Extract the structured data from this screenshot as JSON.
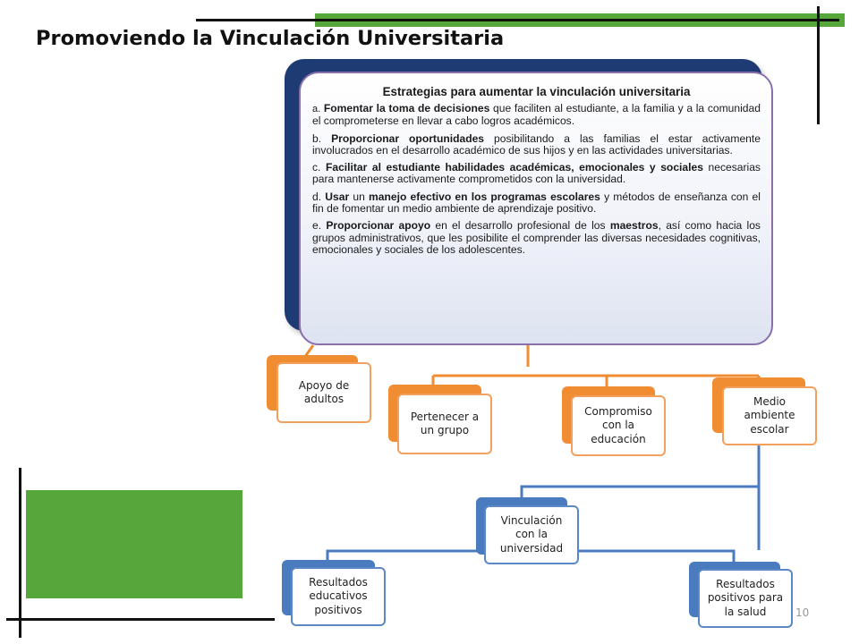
{
  "slide": {
    "title": "Promoviendo la Vinculación Universitaria",
    "page_number": "10",
    "colors": {
      "accent_green": "#55a73a",
      "panel_dark": "#1e3b73",
      "panel_border": "#8a6fac",
      "orange": "#f08c32",
      "blue": "#4a7bbf"
    }
  },
  "panel": {
    "title": "Estrategias para aumentar la vinculación universitaria",
    "items": [
      {
        "label": "a.",
        "parts": [
          "Fomentar la toma de decisiones",
          " que faciliten al estudiante, a la familia y a la comunidad el comprometerse en llevar a cabo  logros académicos."
        ]
      },
      {
        "label": "b.",
        "parts": [
          "Proporcionar oportunidades",
          " posibilitando a las familias el estar activamente involucrados en el desarrollo académico de sus hijos y en las actividades universitarias."
        ]
      },
      {
        "label": "c.",
        "parts": [
          "Facilitar al estudiante habilidades académicas, emocionales y sociales",
          " necesarias para mantenerse activamente comprometidos con la universidad."
        ]
      },
      {
        "label": "d.",
        "parts": [
          "Usar",
          " un ",
          "manejo efectivo en los programas escolares",
          " y métodos de enseñanza con el fin de fomentar un medio ambiente de aprendizaje positivo."
        ]
      },
      {
        "label": "e.",
        "parts": [
          "Proporcionar apoyo",
          " en el desarrollo profesional de los ",
          "maestros",
          ", así como hacia los grupos administrativos, que les posibilite el comprender las diversas necesidades cognitivas, emocionales y sociales de los adolescentes."
        ]
      }
    ]
  },
  "nodes": {
    "apoyo": "Apoyo de adultos",
    "pertenecer": "Pertenecer a un grupo",
    "compromiso": "Compromiso con la educación",
    "medio": "Medio ambiente escolar",
    "vinculacion": "Vinculación con la universidad",
    "educativos": "Resultados educativos positivos",
    "salud": "Resultados positivos para la salud"
  }
}
